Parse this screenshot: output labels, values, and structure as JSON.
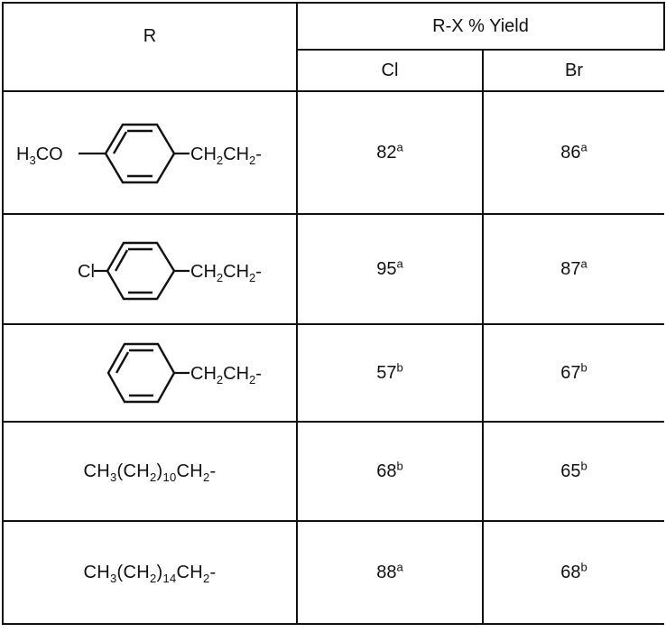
{
  "table": {
    "header": {
      "r_label": "R",
      "group_label": "R-X % Yield",
      "col_cl": "Cl",
      "col_br": "Br"
    },
    "rows": [
      {
        "substituent": "H3CO",
        "tail": "CH2CH2-",
        "cl": "82",
        "cl_note": "a",
        "br": "86",
        "br_note": "a"
      },
      {
        "substituent": "Cl",
        "tail": "CH2CH2-",
        "cl": "95",
        "cl_note": "a",
        "br": "87",
        "br_note": "a"
      },
      {
        "substituent": "",
        "tail": "CH2CH2-",
        "cl": "57",
        "cl_note": "b",
        "br": "67",
        "br_note": "b"
      },
      {
        "formula": "CH3(CH2)10CH2-",
        "cl": "68",
        "cl_note": "b",
        "br": "65",
        "br_note": "b"
      },
      {
        "formula": "CH3(CH2)14CH2-",
        "cl": "88",
        "cl_note": "a",
        "br": "68",
        "br_note": "b"
      }
    ]
  }
}
